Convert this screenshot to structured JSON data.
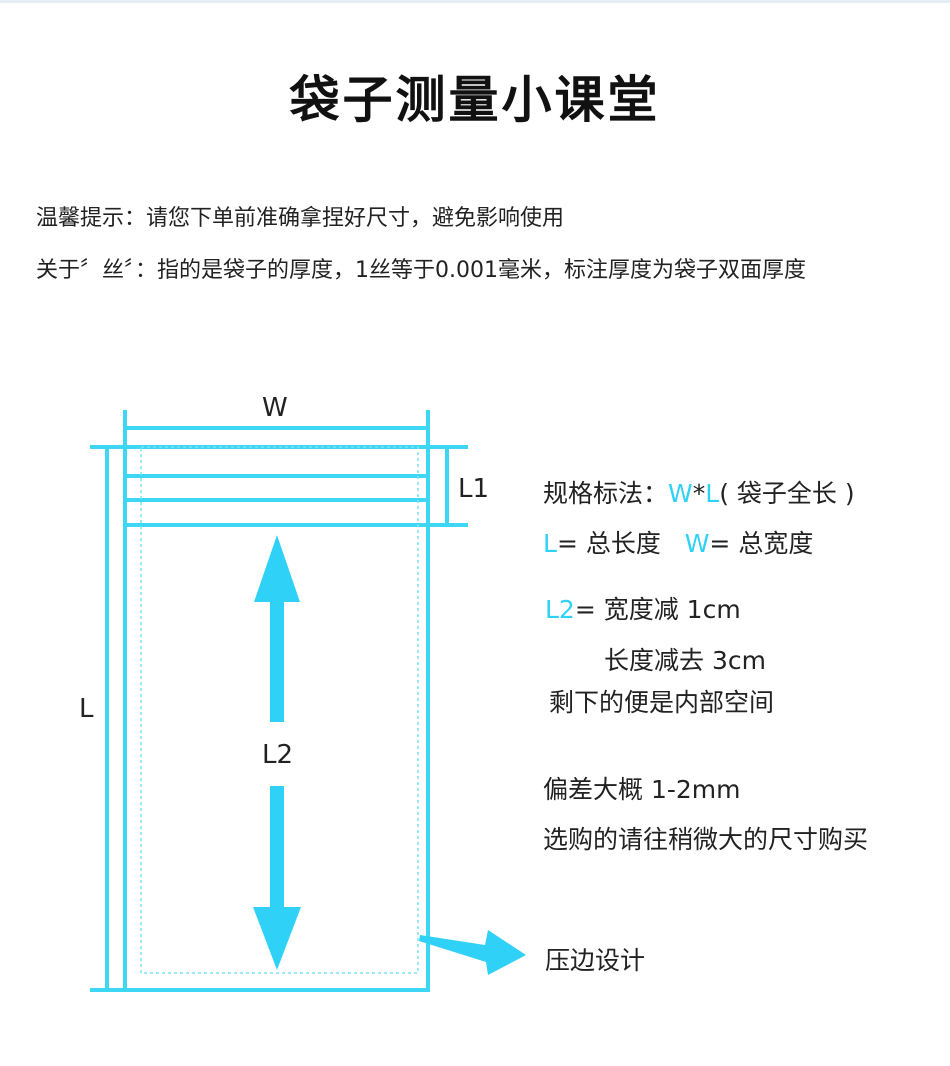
{
  "title": "袋子测量小课堂",
  "tips": [
    "温馨提示：请您下单前准确拿捏好尺寸，避免影响使用",
    "关于〞丝〞：指的是袋子的厚度，1丝等于0.001毫米，标注厚度为袋子双面厚度"
  ],
  "diagram": {
    "label_w": "W",
    "label_l1": "L1",
    "label_l": "L",
    "label_l2": "L2"
  },
  "notes": {
    "spec_prefix": "规格标法：",
    "spec_w": "W",
    "spec_star": "*",
    "spec_l": "L",
    "spec_suffix": "( 袋子全长 )",
    "line2_l": "L",
    "line2_l_text": "= 总长度",
    "line2_w": "W",
    "line2_w_text": "= 总宽度",
    "l2_label": "L2",
    "l2_text": "= 宽度减 1cm",
    "l2_line2": "长度减去 3cm",
    "l2_line3": "剩下的便是内部空间",
    "deviation": "偏差大概 1-2mm",
    "advice": "选购的请往稍微大的尺寸购买",
    "edge_design": "压边设计"
  },
  "colors": {
    "accent": "#2fd2f6",
    "line": "#3dd6f5"
  }
}
